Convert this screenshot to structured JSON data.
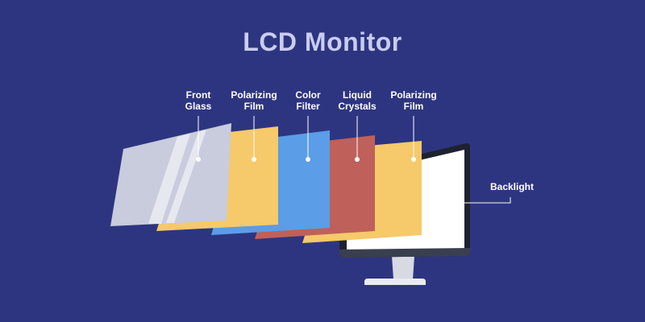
{
  "title": "LCD Monitor",
  "labels": {
    "front_glass": "Front\nGlass",
    "polarizing_film_1": "Polarizing\nFilm",
    "color_filter": "Color\nFilter",
    "liquid_crystals": "Liquid\nCrystals",
    "polarizing_film_2": "Polarizing\nFilm",
    "backlight": "Backlight"
  },
  "colors": {
    "background": "#2e3580",
    "front_glass": "#c8ccdc",
    "polarizing_film": "#f6c96a",
    "color_filter": "#5b9de6",
    "liquid_crystals": "#c0605a",
    "backlight": "#ffffff",
    "monitor_frame": "#1e2230",
    "monitor_stand": "#e8eaef"
  }
}
